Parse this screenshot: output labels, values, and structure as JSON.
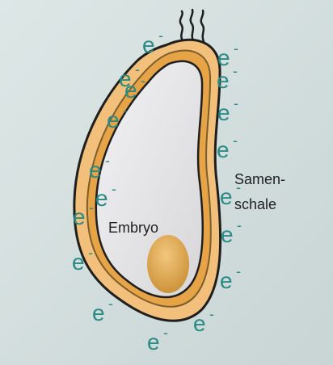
{
  "labels": {
    "embryo": "Embryo",
    "seed_coat_line1": "Samen-",
    "seed_coat_line2": "schale"
  },
  "electrons": {
    "base": "e",
    "charge": "-",
    "count": 18
  },
  "colors": {
    "background_top": "#d8e3e2",
    "background_bottom": "#c9d6d5",
    "seed_coat_outer": "#f3c17d",
    "seed_coat_inner": "#e7a84c",
    "cell_fill": "#e8e8ea",
    "embryo_fill": "#d9a550",
    "text": "#1f1f1f",
    "electron": "#2a8a86"
  }
}
